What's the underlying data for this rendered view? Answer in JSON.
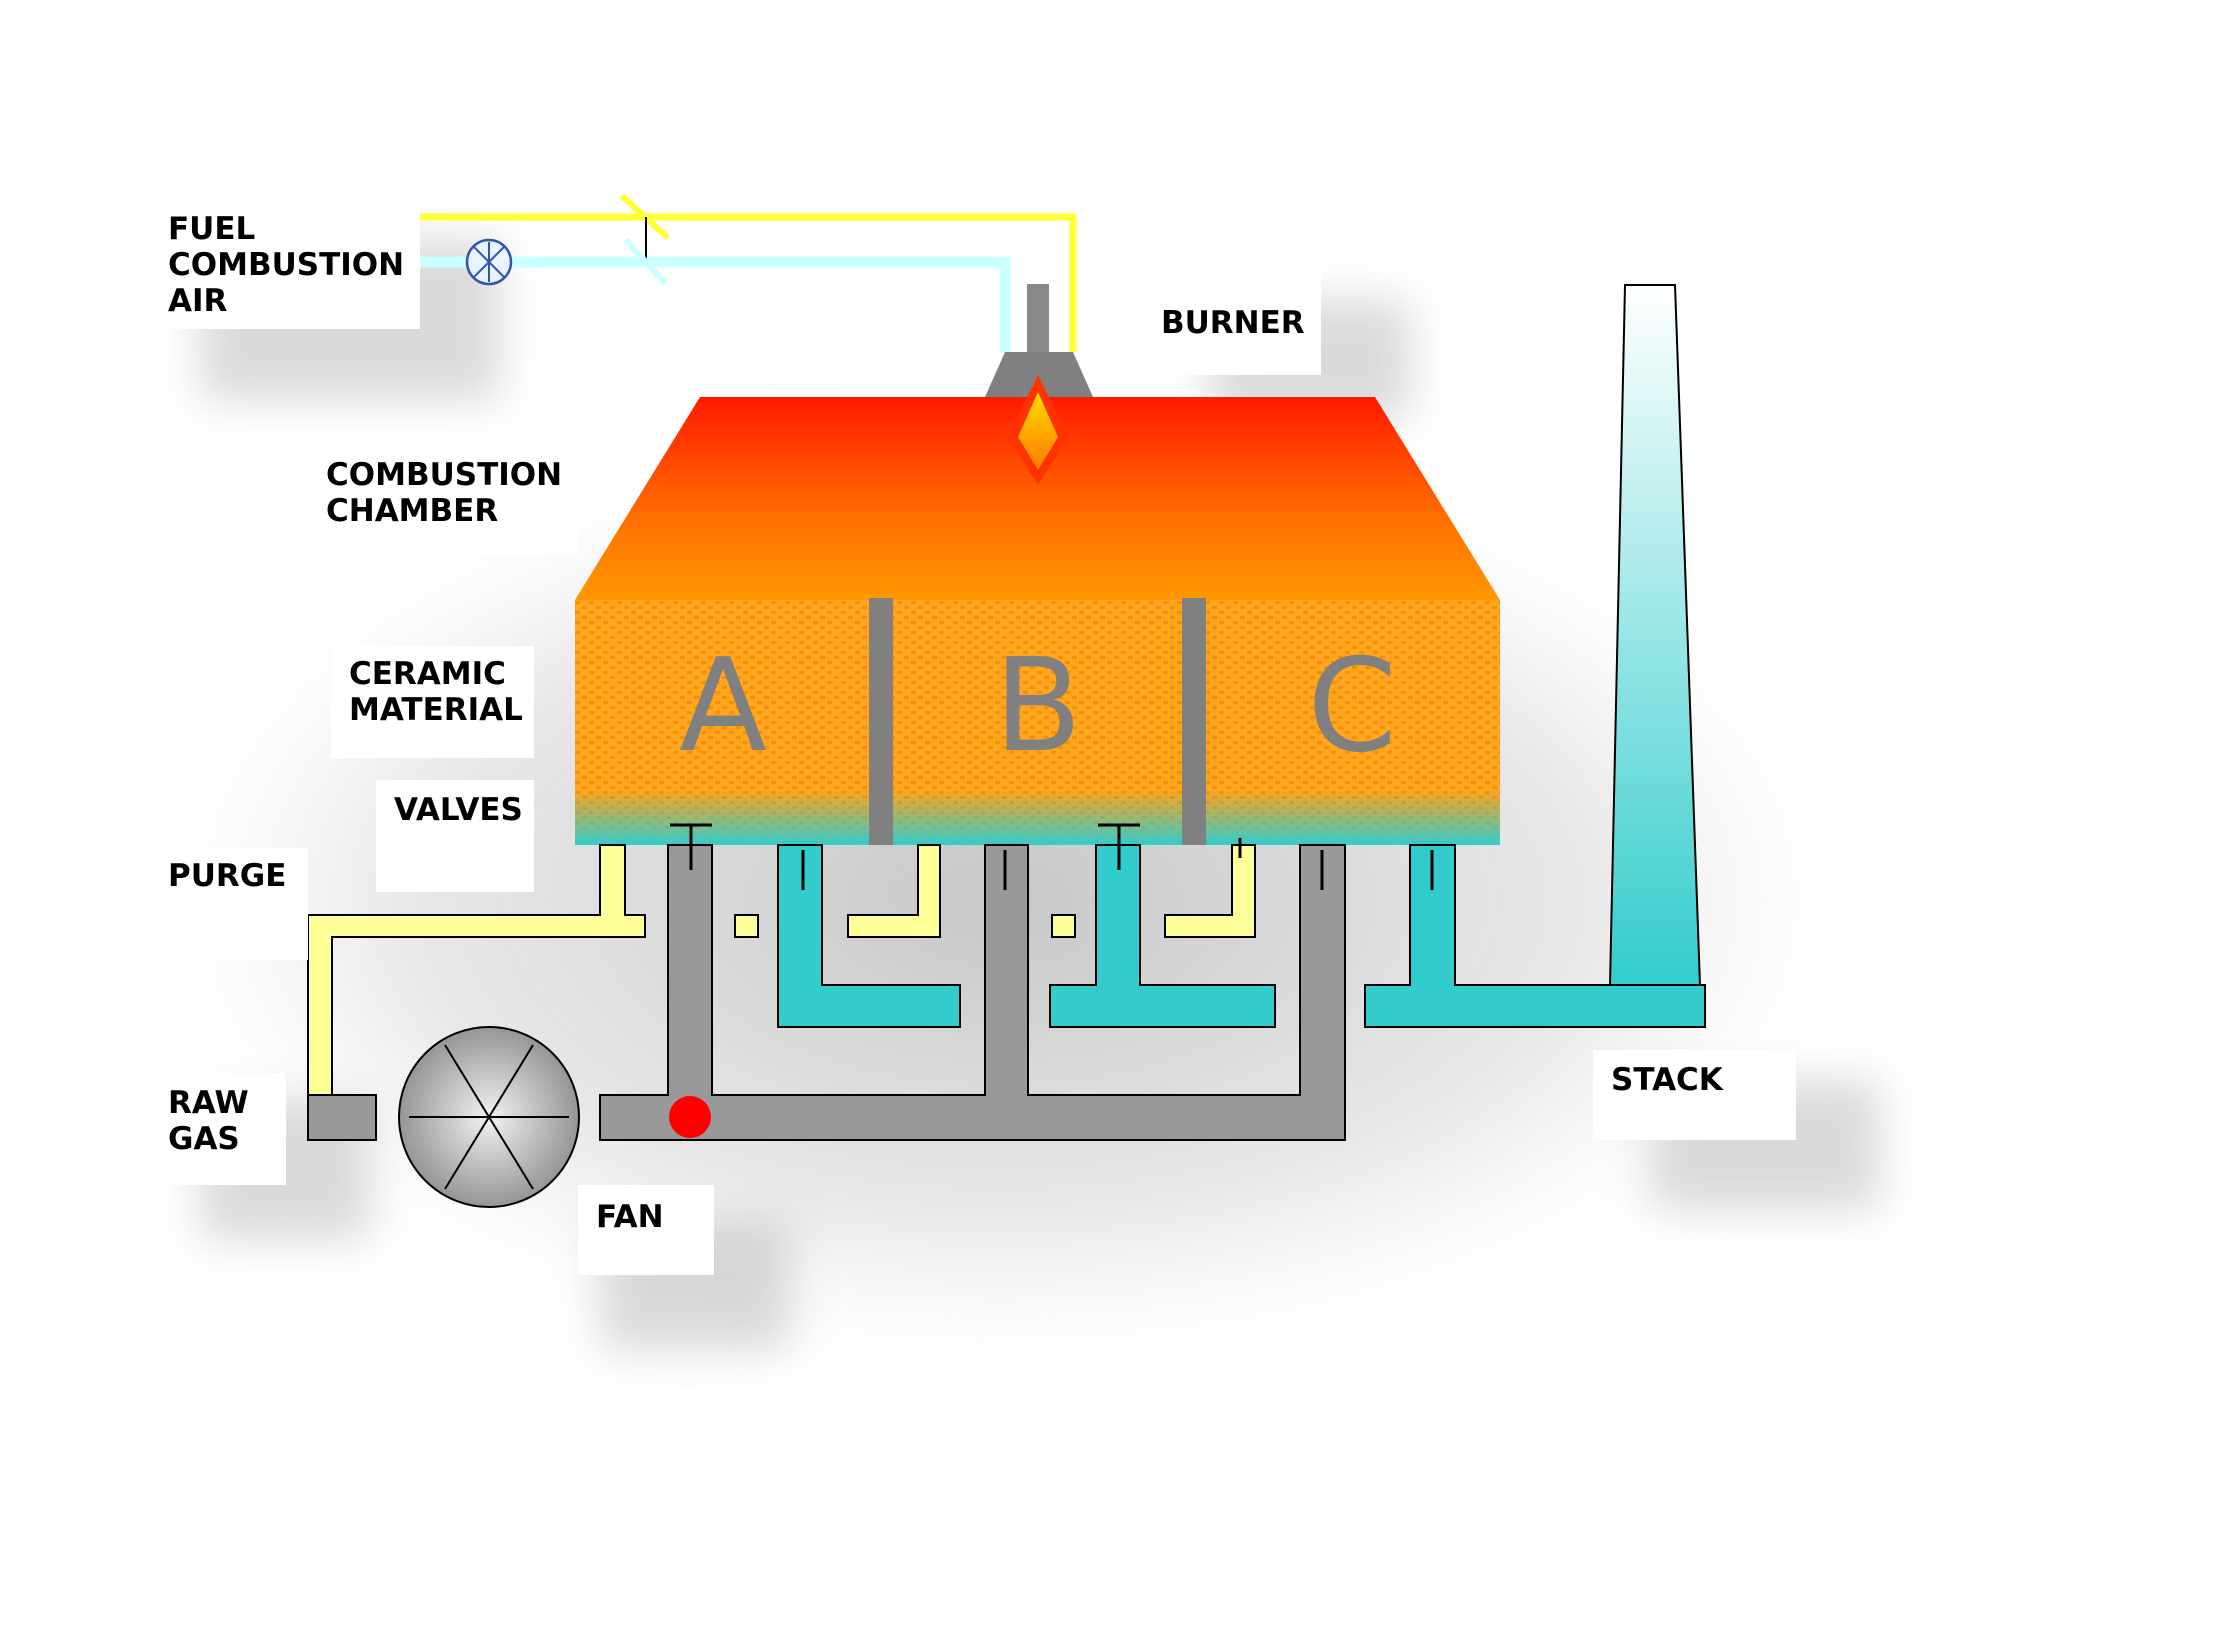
{
  "labels": {
    "fuel_combustion_air": [
      "FUEL",
      "COMBUSTION",
      "AIR"
    ],
    "burner": [
      "BURNER"
    ],
    "combustion_chamber": [
      "COMBUSTION",
      "CHAMBER"
    ],
    "ceramic_material": [
      "CERAMIC",
      "MATERIAL"
    ],
    "valves": [
      "VALVES"
    ],
    "purge": [
      "PURGE"
    ],
    "raw_gas": [
      "RAW",
      "GAS"
    ],
    "fan": [
      "FAN"
    ],
    "stack": [
      "STACK"
    ]
  },
  "cells": [
    "A",
    "B",
    "C"
  ],
  "colors": {
    "fuel_line": "#ffff33",
    "air_line": "#ccffff",
    "purge_line": "#ffff99",
    "clean_gas": "#33cccc",
    "raw_gas_duct": "#999999",
    "chamber_top": "#ff1a00",
    "chamber_bottom": "#ff9900",
    "ceramic": "#ffa31a",
    "indicator": "#ff0000"
  }
}
